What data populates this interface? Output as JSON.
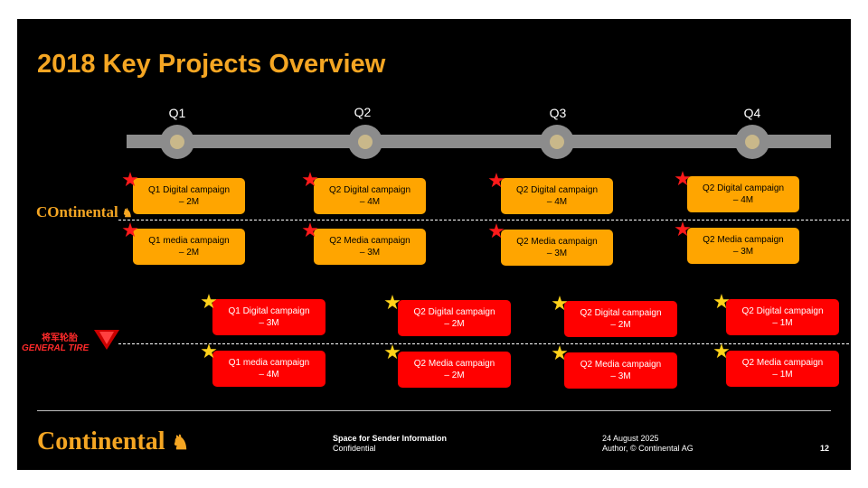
{
  "title": "2018 Key Projects Overview",
  "quarters": [
    "Q1",
    "Q2",
    "Q3",
    "Q4"
  ],
  "brands": {
    "continental_label": "Ontinental",
    "continental_initial": "C",
    "general_tire_cn": "将军轮胎",
    "general_tire_en": "GENERAL TIRE"
  },
  "continental_rows": {
    "digital": [
      {
        "line1": "Q1 Digital campaign",
        "line2": "– 2M"
      },
      {
        "line1": "Q2 Digital campaign",
        "line2": "– 4M"
      },
      {
        "line1": "Q2 Digital campaign",
        "line2": "– 4M"
      },
      {
        "line1": "Q2 Digital campaign",
        "line2": "– 4M"
      }
    ],
    "media": [
      {
        "line1": "Q1 media campaign",
        "line2": "– 2M"
      },
      {
        "line1": "Q2 Media campaign",
        "line2": "– 3M"
      },
      {
        "line1": "Q2 Media campaign",
        "line2": "– 3M"
      },
      {
        "line1": "Q2 Media campaign",
        "line2": "– 3M"
      }
    ]
  },
  "general_tire_rows": {
    "digital": [
      {
        "line1": "Q1 Digital campaign",
        "line2": "– 3M"
      },
      {
        "line1": "Q2 Digital campaign",
        "line2": "– 2M"
      },
      {
        "line1": "Q2 Digital campaign",
        "line2": "– 2M"
      },
      {
        "line1": "Q2 Digital campaign",
        "line2": "– 1M"
      }
    ],
    "media": [
      {
        "line1": "Q1 media campaign",
        "line2": "– 4M"
      },
      {
        "line1": "Q2 Media campaign",
        "line2": "– 2M"
      },
      {
        "line1": "Q2 Media campaign",
        "line2": "– 3M"
      },
      {
        "line1": "Q2 Media campaign",
        "line2": "– 1M"
      }
    ]
  },
  "footer": {
    "logo_initial": "C",
    "logo_text": "ontinental",
    "sender_title": "Space for Sender Information",
    "confidential": "Confidential",
    "date": "24 August 2025",
    "author": "Author, © Continental AG",
    "page_number": "12"
  },
  "colors": {
    "accent": "#f5a623",
    "continental_box": "#ffa500",
    "general_tire_box": "#ff0000",
    "star_continental": "#ff1a1a",
    "star_general_tire": "#ffd21a",
    "timeline": "#8c8c8c"
  },
  "icons": {
    "continental_marker": "star-icon",
    "general_tire_marker": "star-icon",
    "logo": "horse-icon"
  }
}
